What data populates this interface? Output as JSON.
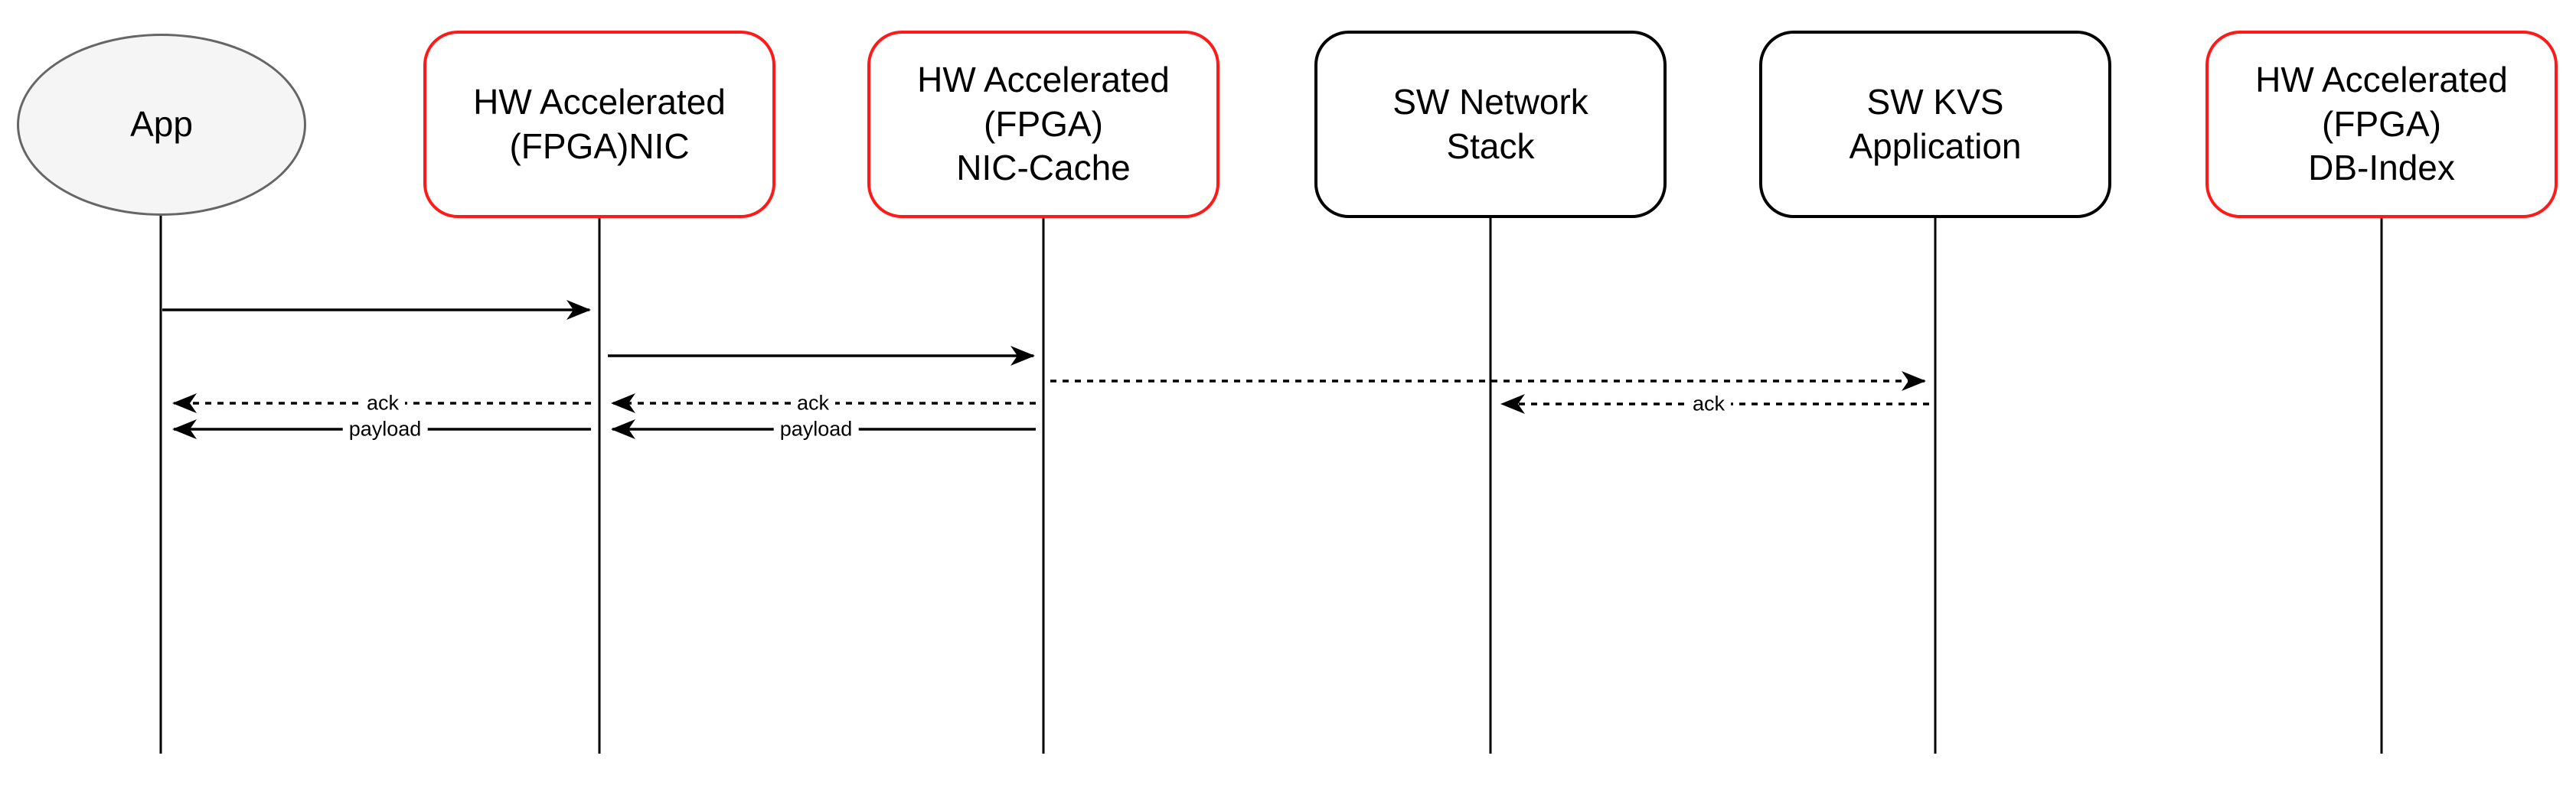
{
  "diagram": {
    "type": "sequence-diagram",
    "colors": {
      "hw_stroke": "#ff1a1a",
      "sw_stroke": "#000000",
      "app_fill": "#f5f5f5",
      "app_stroke": "#666666",
      "line_color": "#000000"
    },
    "participants": [
      {
        "id": "app",
        "label": "App",
        "shape": "ellipse",
        "stroke": "#666666",
        "fill": "#f5f5f5"
      },
      {
        "id": "fpga-nic",
        "label": "HW Accelerated\n(FPGA)NIC",
        "shape": "rounded-rect",
        "stroke": "#ff1a1a",
        "fill": "#ffffff"
      },
      {
        "id": "fpga-nic-cache",
        "label": "HW Accelerated\n(FPGA)\nNIC-Cache",
        "shape": "rounded-rect",
        "stroke": "#ff1a1a",
        "fill": "#ffffff"
      },
      {
        "id": "sw-network-stack",
        "label": "SW Network\nStack",
        "shape": "rounded-rect",
        "stroke": "#000000",
        "fill": "#ffffff"
      },
      {
        "id": "sw-kvs-application",
        "label": "SW KVS\nApplication",
        "shape": "rounded-rect",
        "stroke": "#000000",
        "fill": "#ffffff"
      },
      {
        "id": "fpga-db-index",
        "label": "HW Accelerated\n(FPGA)\nDB-Index",
        "shape": "rounded-rect",
        "stroke": "#ff1a1a",
        "fill": "#ffffff"
      }
    ],
    "messages": [
      {
        "from": "app",
        "to": "fpga-nic",
        "style": "solid",
        "label": ""
      },
      {
        "from": "fpga-nic",
        "to": "fpga-nic-cache",
        "style": "solid",
        "label": ""
      },
      {
        "from": "fpga-nic-cache",
        "to": "sw-kvs-application",
        "style": "dashed",
        "label": ""
      },
      {
        "from": "sw-kvs-application",
        "to": "sw-network-stack",
        "style": "dashed",
        "label": "ack"
      },
      {
        "from": "fpga-nic-cache",
        "to": "fpga-nic",
        "style": "dashed",
        "label": "ack"
      },
      {
        "from": "fpga-nic",
        "to": "app",
        "style": "dashed",
        "label": "ack"
      },
      {
        "from": "fpga-nic-cache",
        "to": "fpga-nic",
        "style": "solid",
        "label": "payload"
      },
      {
        "from": "fpga-nic",
        "to": "app",
        "style": "solid",
        "label": "payload"
      }
    ]
  }
}
